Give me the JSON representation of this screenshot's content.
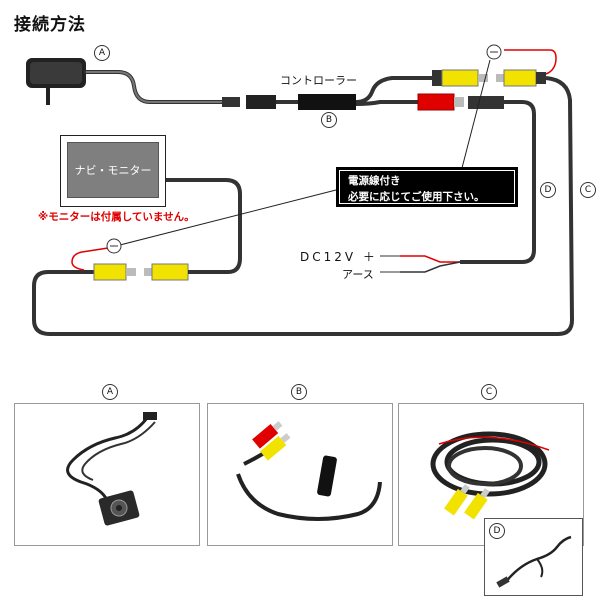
{
  "title": "接続方法",
  "labels": {
    "controller": "コントローラー",
    "navi_monitor": "ナビ・モニター",
    "monitor_note": "※モニターは付属していません。",
    "callout_line1": "電源線付き",
    "callout_line2": "必要に応じてご使用下さい。",
    "dc12v": "DC12V ＋",
    "ground": "アース"
  },
  "markers": {
    "a": "A",
    "b": "B",
    "c": "C",
    "d": "D"
  },
  "colors": {
    "wire": "#444444",
    "yellow": "#f2e200",
    "red": "#e00000",
    "accent_red": "#e00000"
  }
}
